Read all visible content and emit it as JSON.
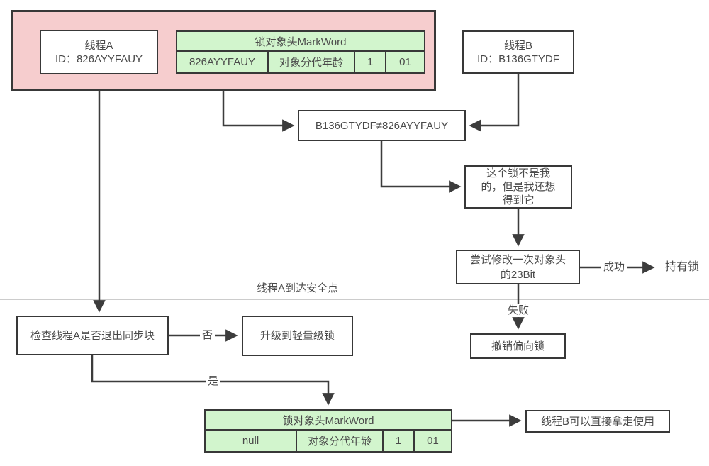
{
  "colors": {
    "group_fill": "#f6cdce",
    "markword_fill": "#d2f5cd",
    "box_border": "#383838",
    "connector": "#3c3c3c",
    "text": "#4a4a4a",
    "safe_point_line": "#cccccc",
    "background": "#ffffff"
  },
  "thread_a": {
    "name": "线程A",
    "id_line": "ID：826AYYFAUY"
  },
  "thread_b": {
    "name": "线程B",
    "id_line": "ID：B136GTYDF"
  },
  "markword_biased": {
    "title": "锁对象头MarkWord",
    "cells": [
      "826AYYFAUY",
      "对象分代年龄",
      "1",
      "01"
    ]
  },
  "markword_released": {
    "title": "锁对象头MarkWord",
    "cells": [
      "null",
      "对象分代年龄",
      "1",
      "01"
    ]
  },
  "boxes": {
    "compare": "B136GTYDF≠826AYYFAUY",
    "want_lock": "这个锁不是我\n的，但是我还想\n得到它",
    "try_modify": "尝试修改一次对象头\n的23Bit",
    "revoke": "撤销偏向锁",
    "check_exit": "检查线程A是否退出同步块",
    "upgrade": "升级到轻量级锁",
    "takeaway": "线程B可以直接拿走使用"
  },
  "edge_labels": {
    "success": "成功",
    "fail": "失败",
    "no": "否",
    "yes": "是",
    "hold_lock": "持有锁",
    "safe_point": "线程A到达安全点"
  }
}
